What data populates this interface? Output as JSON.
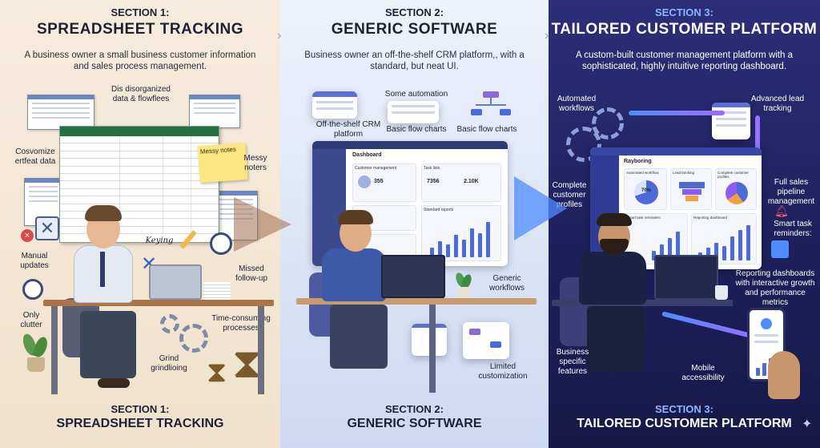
{
  "section1": {
    "number": "SECTION 1:",
    "title": "SPREADSHEET TRACKING",
    "description": "A business owner a small business customer information and sales process management.",
    "labels": {
      "disorganized": "Dis disorganized data & flowflees",
      "customize": "Cosvomize ertfeat data",
      "messy": "Messy noters",
      "manual": "Manual updates",
      "keying": "Keying",
      "missed": "Missed follow-up",
      "only_clutter": "Only clutter",
      "time": "Time-consuming processes",
      "grind": "Grind grindlioing"
    },
    "sticky": "Messy notes",
    "footer_number": "SECTION 1:",
    "footer_title": "SPREADSHEET TRACKING"
  },
  "section2": {
    "number": "SECTION 2:",
    "title": "GENERIC SOFTWARE",
    "description": "Business owner an off-the-shelf CRM platform,, with a standard, but neat UI.",
    "labels": {
      "automation": "Some automation",
      "offshelf": "Off-the-shelf CRM platform",
      "basic1": "Basic flow charts",
      "basic2": "Basic flow charts",
      "generic": "Generic workflows",
      "limited": "Limited customization"
    },
    "window": {
      "title": "Dashboard",
      "card1": "Customer management",
      "card2": "Task lists",
      "card3": "Standard reports",
      "num1": "355",
      "num2": "7356",
      "num3": "2.10K"
    },
    "footer_number": "SECTION 2:",
    "footer_title": "GENERIC SOFTWARE"
  },
  "section3": {
    "number": "SECTION 3:",
    "title": "TAILORED CUSTOMER PLATFORM",
    "description": "A custom-built customer management platform with a sophisticated, highly intuitive reporting dashboard.",
    "labels": {
      "automated": "Automated workflows",
      "advanced": "Advanced lead tracking",
      "complete": "Complete customer profiles",
      "pipeline": "Full sales pipeline management",
      "reminders": "Smart task reminders:",
      "reporting": "Reporting dashboards with interactive growth and performance metrics",
      "business": "Business specific features",
      "mobile": "Mobile accessibility"
    },
    "window": {
      "title": "Rayboring",
      "card1": "Automated workflow",
      "card2": "Lead tracking",
      "card3": "Complete customer profiles",
      "card4": "Smart task reminders",
      "card5": "Reporting dashboard",
      "pct": "70%"
    },
    "footer_number": "SECTION 3:",
    "footer_title": "TAILORED CUSTOMER PLATFORM"
  },
  "colors": {
    "panel1": "#f3e6d3",
    "panel2": "#dbe4f6",
    "panel3": "#23266a",
    "accent_blue": "#4c6ad8",
    "accent_purple": "#8b5cf6",
    "excel_green": "#217346"
  }
}
